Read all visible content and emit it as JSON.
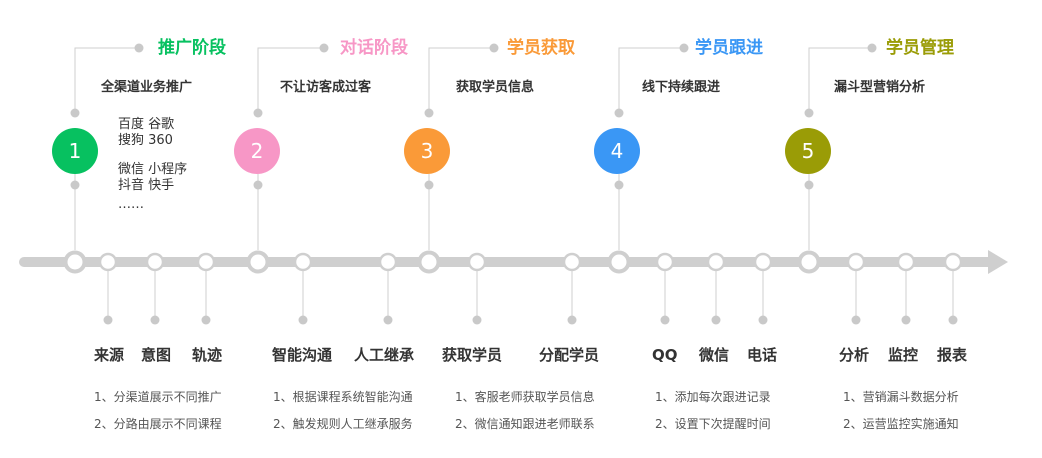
{
  "colors": {
    "s1": "#07c160",
    "s2": "#f797c6",
    "s3": "#fa9a38",
    "s4": "#3a97f5",
    "s5": "#9a9c06",
    "line": "#cfcfcf"
  },
  "stages": [
    {
      "num": "1",
      "title": "推广阶段",
      "subtitle": "全渠道业务推广"
    },
    {
      "num": "2",
      "title": "对话阶段",
      "subtitle": "不让访客成过客"
    },
    {
      "num": "3",
      "title": "学员获取",
      "subtitle": "获取学员信息"
    },
    {
      "num": "4",
      "title": "学员跟进",
      "subtitle": "线下持续跟进"
    },
    {
      "num": "5",
      "title": "学员管理",
      "subtitle": "漏斗型营销分析"
    }
  ],
  "channels": {
    "row1": "百度  谷歌",
    "row2": "搜狗  360",
    "row3": "微信  小程序",
    "row4": "抖音  快手",
    "row5": "……"
  },
  "features": [
    "来源",
    "意图",
    "轨迹",
    "智能沟通",
    "人工继承",
    "获取学员",
    "分配学员",
    "QQ",
    "微信",
    "电话",
    "分析",
    "监控",
    "报表"
  ],
  "notes": [
    {
      "line1": "1、分渠道展示不同推广",
      "line2": "2、分路由展示不同课程"
    },
    {
      "line1": "1、根据课程系统智能沟通",
      "line2": "2、触发规则人工继承服务"
    },
    {
      "line1": "1、客服老师获取学员信息",
      "line2": "2、微信通知跟进老师联系"
    },
    {
      "line1": "1、添加每次跟进记录",
      "line2": "2、设置下次提醒时间"
    },
    {
      "line1": "1、营销漏斗数据分析",
      "line2": "2、运营监控实施通知"
    }
  ]
}
